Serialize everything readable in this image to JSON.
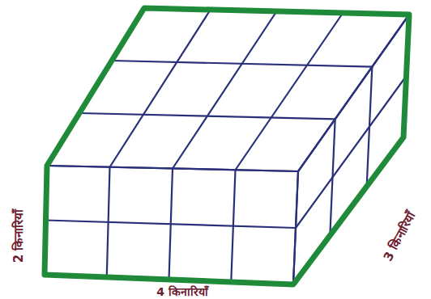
{
  "diagram": {
    "labels": [
      "2 किनारियाँ",
      "3 किनारियाँ",
      "4 किनारियाँ"
    ]
  }
}
